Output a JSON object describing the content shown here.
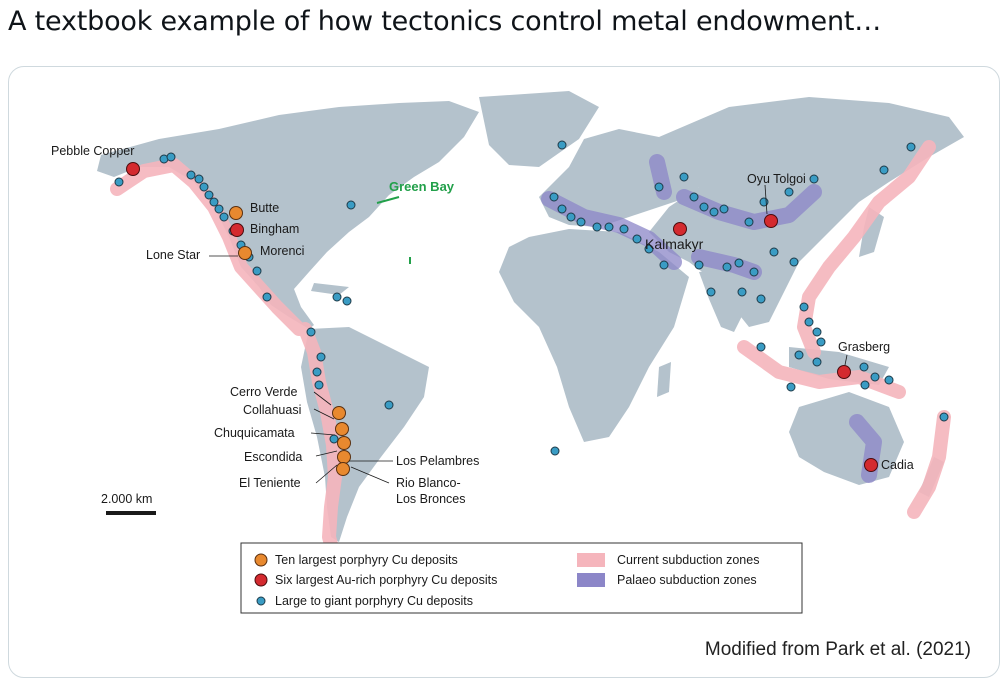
{
  "post": {
    "text": "A textbook example of how tectonics control metal endowment…"
  },
  "map": {
    "annotation": "Green Bay",
    "scale_bar": "2.000 km",
    "credit": "Modified from Park et al. (2021)",
    "colors": {
      "land": "#b4c2cc",
      "current_subduction": "#f5b5bc",
      "palaeo_subduction": "#8c86c8",
      "orange_deposit": "#e8892f",
      "red_deposit": "#d42a2f",
      "blue_deposit": "#3a9cc4",
      "annotation": "#22a04a"
    },
    "deposit_labels": {
      "pebble_copper": "Pebble Copper",
      "butte": "Butte",
      "bingham": "Bingham",
      "lone_star": "Lone Star",
      "morenci": "Morenci",
      "cerro_verde": "Cerro Verde",
      "collahuasi": "Collahuasi",
      "chuquicamata": "Chuquicamata",
      "escondida": "Escondida",
      "el_teniente": "El Teniente",
      "los_pelambres": "Los Pelambres",
      "rio_blanco_1": "Rio Blanco-",
      "rio_blanco_2": "Los Bronces",
      "oyu_tolgoi": "Oyu Tolgoi",
      "kalmakyr": "Kalmakyr",
      "grasberg": "Grasberg",
      "cadia": "Cadia"
    },
    "legend": {
      "orange": "Ten largest porphyry Cu deposits",
      "red": "Six largest Au-rich porphyry Cu deposits",
      "blue": "Large to giant porphyry Cu deposits",
      "current": "Current subduction zones",
      "palaeo": "Palaeo subduction zones"
    }
  }
}
